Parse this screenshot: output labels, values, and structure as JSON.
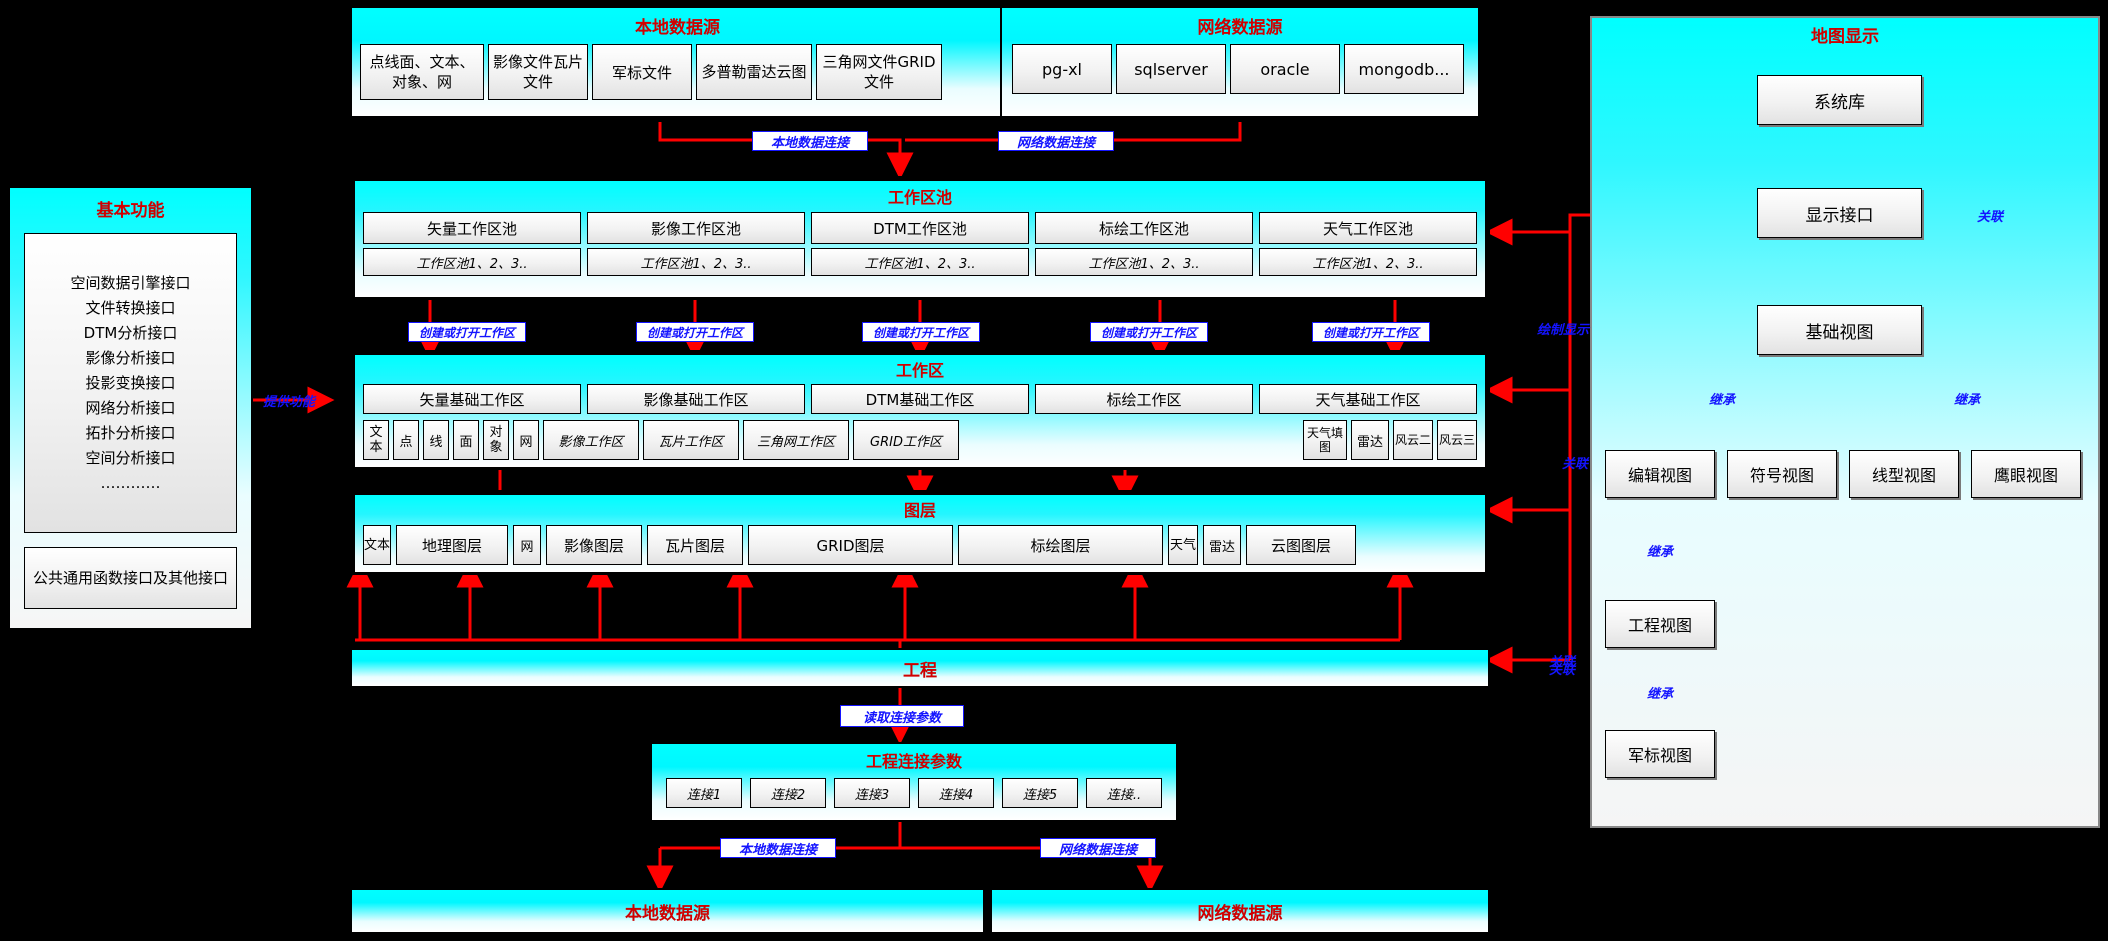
{
  "local_ds": {
    "title": "本地数据源",
    "items": [
      "点线面、文本、对象、网",
      "影像文件瓦片文件",
      "军标文件",
      "多普勒雷达云图",
      "三角网文件GRID文件"
    ]
  },
  "net_ds": {
    "title": "网络数据源",
    "items": [
      "pg-xl",
      "sqlserver",
      "oracle",
      "mongodb..."
    ]
  },
  "map_display": {
    "title": "地图显示",
    "system_lib": "系统库",
    "display_interface": "显示接口",
    "base_view": "基础视图",
    "views": [
      "编辑视图",
      "符号视图",
      "线型视图",
      "鹰眼视图"
    ],
    "project_view": "工程视图",
    "military_view": "军标视图",
    "labels": {
      "assoc": "关联",
      "draw_display": "绘制显示",
      "inherit": "继承"
    }
  },
  "basic_func": {
    "title": "基本功能",
    "interfaces": [
      "空间数据引擎接口",
      "文件转换接口",
      "DTM分析接口",
      "影像分析接口",
      "投影变换接口",
      "网络分析接口",
      "拓扑分析接口",
      "空间分析接口",
      "…………"
    ],
    "common": "公共通用函数接口及其他接口",
    "provide_label": "提供功能"
  },
  "pool": {
    "title": "工作区池",
    "items": [
      "矢量工作区池",
      "影像工作区池",
      "DTM工作区池",
      "标绘工作区池",
      "天气工作区池"
    ],
    "subitems": [
      "工作区池1、2、3..",
      "工作区池1、2、3..",
      "工作区池1、2、3..",
      "工作区池1、2、3..",
      "工作区池1、2、3.."
    ]
  },
  "workarea": {
    "title": "工作区",
    "items": [
      "矢量基础工作区",
      "影像基础工作区",
      "DTM基础工作区",
      "标绘工作区",
      "天气基础工作区"
    ],
    "small": [
      "文本",
      "点",
      "线",
      "面",
      "对象",
      "网",
      "影像工作区",
      "瓦片工作区",
      "三角网工作区",
      "GRID工作区",
      "天气填图",
      "雷达",
      "风云二",
      "风云三"
    ],
    "create_label": "创建或打开工作区"
  },
  "layers": {
    "title": "图层",
    "items": [
      "文本",
      "地理图层",
      "网",
      "影像图层",
      "瓦片图层",
      "GRID图层",
      "标绘图层",
      "天气",
      "雷达",
      "云图图层"
    ]
  },
  "project": {
    "title": "工程",
    "assoc_label": "关联"
  },
  "conn_params": {
    "title": "工程连接参数",
    "items": [
      "连接1",
      "连接2",
      "连接3",
      "连接4",
      "连接5",
      "连接.."
    ],
    "read_label": "读取连接参数"
  },
  "bottom": {
    "local": "本地数据源",
    "net": "网络数据源"
  },
  "edge_labels": {
    "local_conn": "本地数据连接",
    "net_conn": "网络数据连接"
  },
  "colors": {
    "accent_red": "#ff0000",
    "title_red": "#d00000",
    "label_blue": "#1414ff",
    "panel_cyan": "#00ffff"
  }
}
